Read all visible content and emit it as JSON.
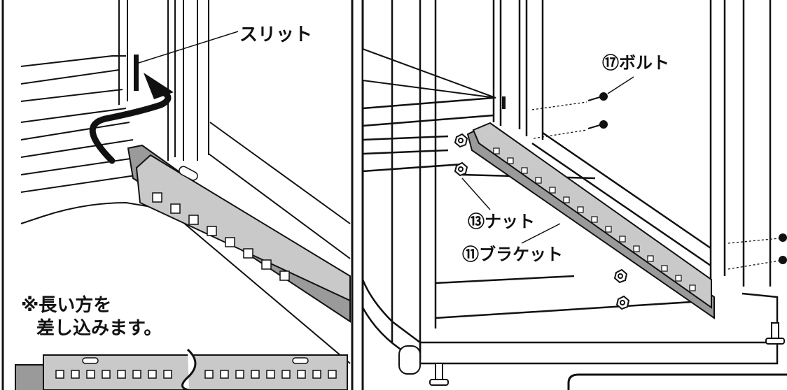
{
  "labels": {
    "slit": "スリット",
    "bolt": "⑰ボルト",
    "nut": "⑬ナット",
    "bracket": "⑪ブラケット",
    "note_line1": "※長い方を",
    "note_line2": "差し込みます。"
  },
  "colors": {
    "line": "#111111",
    "bracket_fill": "#c9c9c9",
    "panel_fill": "#ffffff",
    "shadow": "#9a9a9a"
  }
}
